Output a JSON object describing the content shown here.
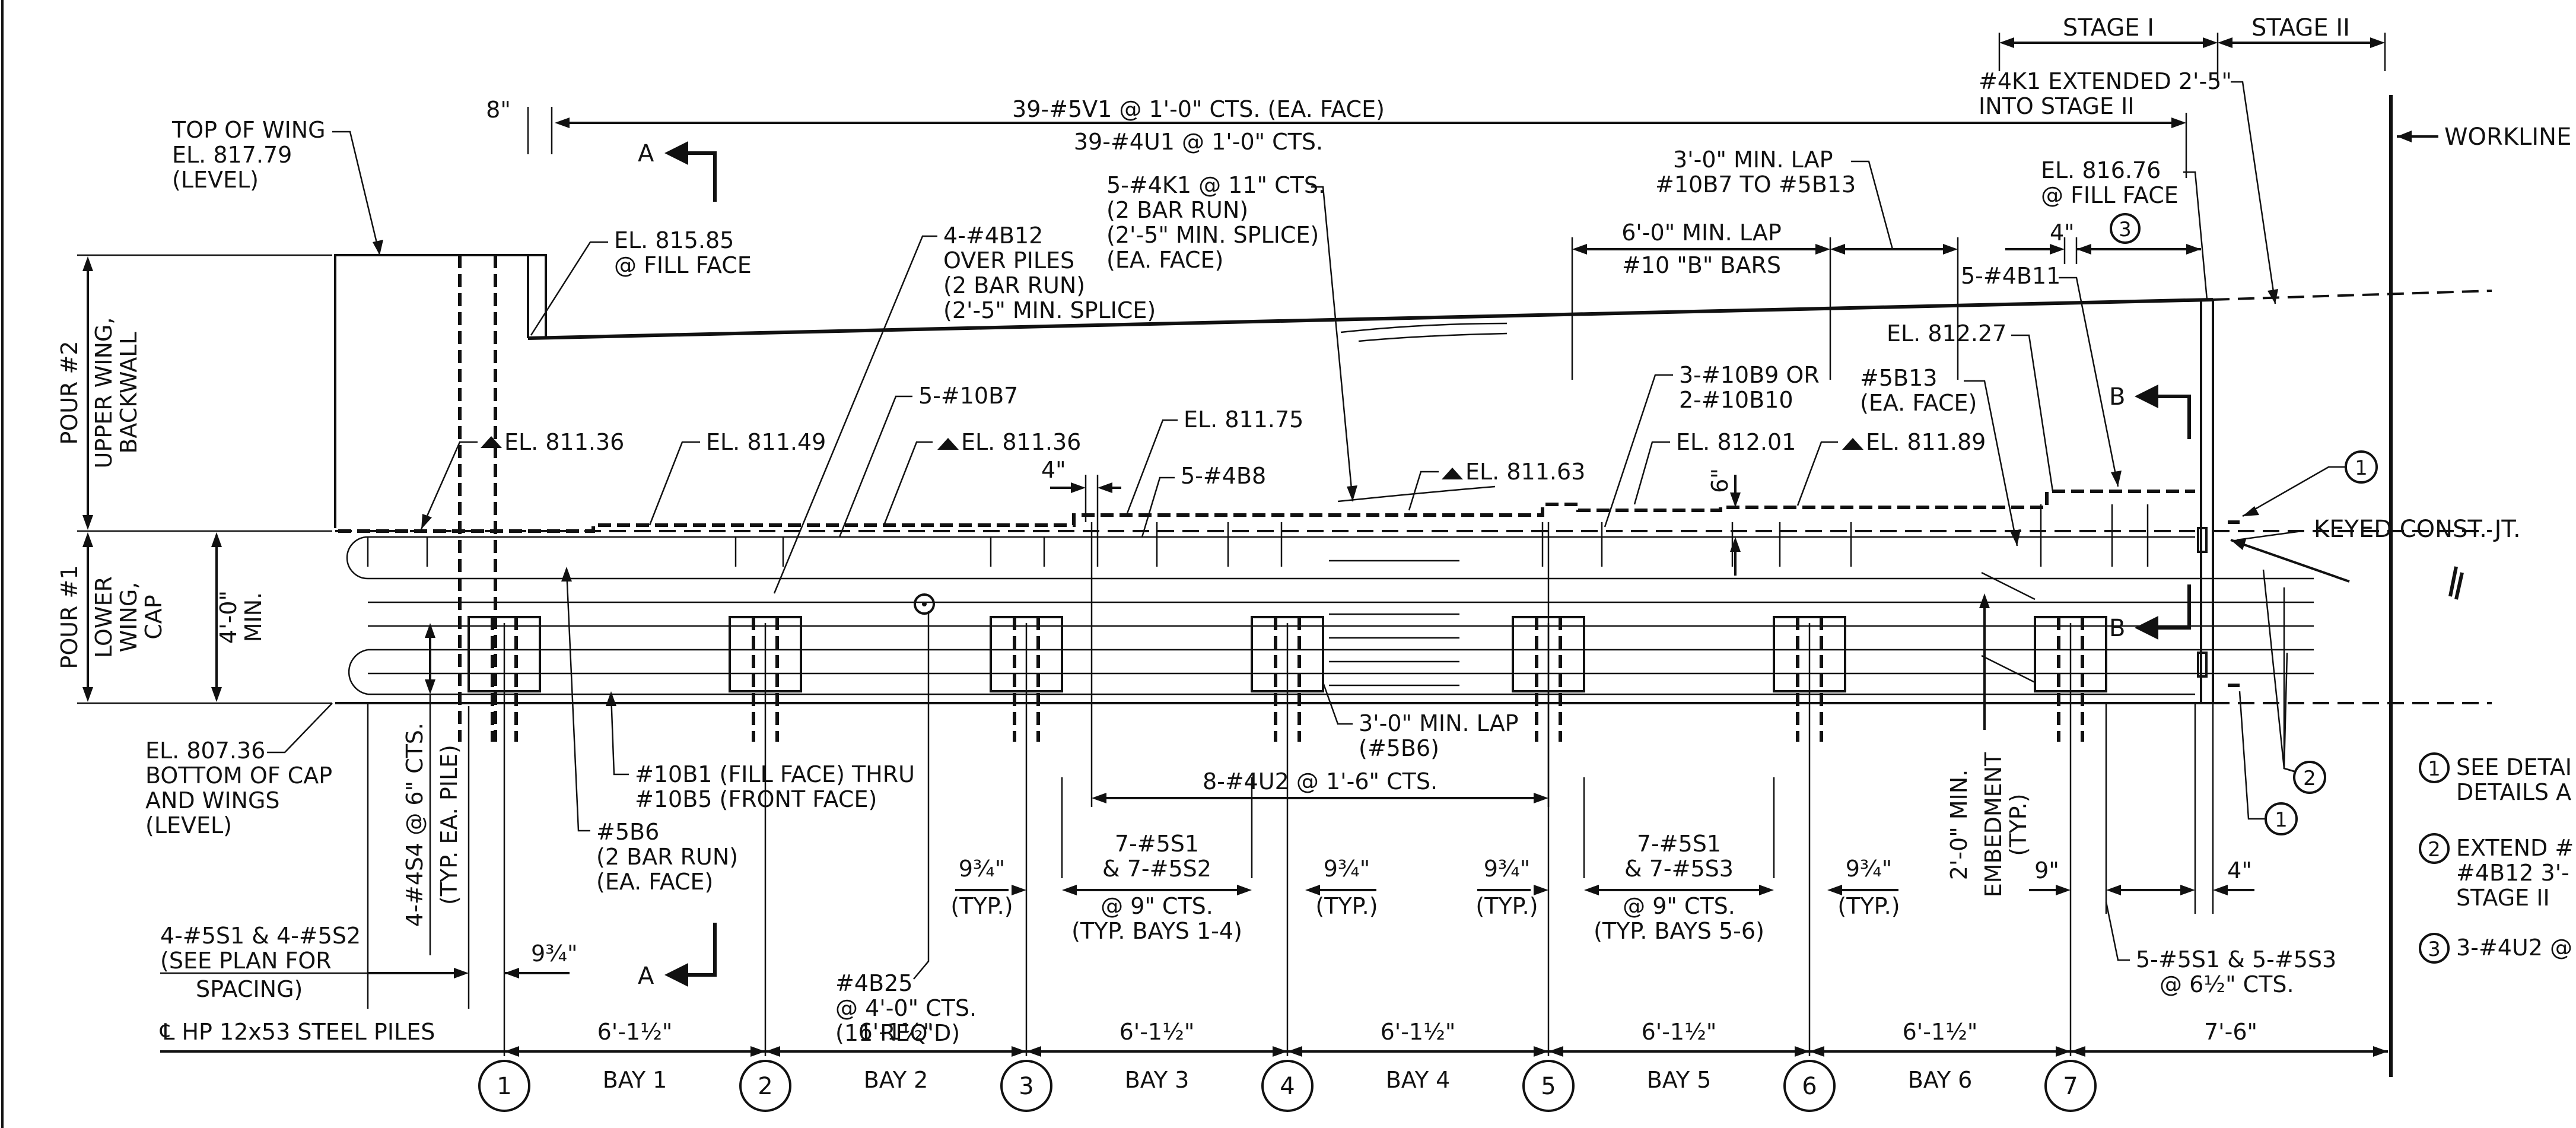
{
  "stages": {
    "stage1": "STAGE I",
    "stage2": "STAGE II"
  },
  "workline": "WORKLINE",
  "top_dims": {
    "wing_offset": "8\"",
    "v1": "39-#5V1 @ 1'-0\" CTS. (EA. FACE)",
    "u1": "39-#4U1 @ 1'-0\" CTS."
  },
  "labels": {
    "top_of_wing": [
      "TOP OF WING",
      "EL. 817.79",
      "(LEVEL)"
    ],
    "el_815_85": [
      "EL. 815.85",
      "@ FILL FACE"
    ],
    "b12": [
      "4-#4B12",
      "OVER PILES",
      "(2 BAR RUN)",
      "(2'-5\" MIN. SPLICE)"
    ],
    "k1": [
      "5-#4K1 @ 11\" CTS.",
      "(2 BAR RUN)",
      "(2'-5\" MIN. SPLICE)",
      "(EA. FACE)"
    ],
    "k1_ext": [
      "#4K1 EXTENDED 2'-5\"",
      "INTO STAGE II"
    ],
    "lap_b7": [
      "3'-0\" MIN. LAP",
      "#10B7 TO #5B13"
    ],
    "el_816_76": [
      "EL. 816.76",
      "@ FILL FACE"
    ],
    "lap_b_bars": "6'-0\" MIN. LAP",
    "b_bars": "#10 \"B\" BARS",
    "dim_4_right": "4\"",
    "b11": "5-#4B11",
    "el_812_27": "EL. 812.27",
    "b13": [
      "#5B13",
      "(EA. FACE)"
    ],
    "b9": [
      "3-#10B9 OR",
      "2-#10B10"
    ],
    "el_811_36_a": "EL. 811.36",
    "el_811_49": "EL. 811.49",
    "b7": "5-#10B7",
    "el_811_36_b": "EL. 811.36",
    "el_811_75": "EL. 811.75",
    "dim_4_mid": "4\"",
    "b8": "5-#4B8",
    "el_811_63": "EL. 811.63",
    "el_812_01": "EL. 812.01",
    "el_811_89": "EL. 811.89",
    "dim_6": "6\"",
    "keyed": "KEYED CONST. JT.",
    "section_a": "A",
    "section_b": "B",
    "lap_b6": [
      "3'-0\" MIN. LAP",
      "(#5B6)"
    ],
    "u2": "8-#4U2 @ 1'-6\" CTS.",
    "el_807_36": [
      "EL. 807.36",
      "BOTTOM OF CAP",
      "AND WINGS",
      "(LEVEL)"
    ],
    "s4": [
      "4-#4S4 @ 6\" CTS.",
      "(TYP. EA. PILE)"
    ],
    "b1": [
      "#10B1 (FILL FACE) THRU",
      "#10B5 (FRONT FACE)"
    ],
    "b6": [
      "#5B6",
      "(2 BAR RUN)",
      "(EA. FACE)"
    ],
    "s1s2_left": [
      "4-#5S1 & 4-#5S2",
      "(SEE PLAN FOR",
      "SPACING)"
    ],
    "dim_9_75": "9¾\"",
    "typ": "(TYP.)",
    "b25": [
      "#4B25",
      "@ 4'-0\" CTS.",
      "(11 REQ'D)"
    ],
    "s1s2_bays": [
      "7-#5S1",
      "& 7-#5S2",
      "@ 9\" CTS.",
      "(TYP. BAYS 1-4)"
    ],
    "s1s3_bays": [
      "7-#5S1",
      "& 7-#5S3",
      "@ 9\" CTS.",
      "(TYP. BAYS 5-6)"
    ],
    "embed": [
      "2'-0\" MIN.",
      "EMBEDMENT",
      "(TYP.)"
    ],
    "dim_9": "9\"",
    "dim_4_b": "4\"",
    "s1s3_end": [
      "5-#5S1 & 5-#5S3",
      "@ 6½\" CTS."
    ],
    "pour1": [
      "POUR #1",
      "LOWER",
      "WING,",
      "CAP"
    ],
    "pour2": [
      "POUR #2",
      "UPPER WING,",
      "BACKWALL"
    ],
    "min_4": [
      "4'-0\"",
      "MIN."
    ],
    "piles": "℄ HP 12x53 STEEL PILES"
  },
  "notes": [
    {
      "num": "1",
      "text": [
        "SEE DETAI",
        "DETAILS A"
      ]
    },
    {
      "num": "2",
      "text": [
        "EXTEND #",
        "#4B12 3'-",
        "STAGE II"
      ]
    },
    {
      "num": "3",
      "text": [
        "3-#4U2 @"
      ]
    }
  ],
  "callouts": {
    "c1": "1",
    "c2": "2",
    "c3": "3"
  },
  "bay_spacing": "6'-1½\"",
  "end_spacing": "7'-6\"",
  "bays": [
    "BAY 1",
    "BAY 2",
    "BAY 3",
    "BAY 4",
    "BAY 5",
    "BAY 6"
  ],
  "piles": [
    "1",
    "2",
    "3",
    "4",
    "5",
    "6",
    "7"
  ]
}
